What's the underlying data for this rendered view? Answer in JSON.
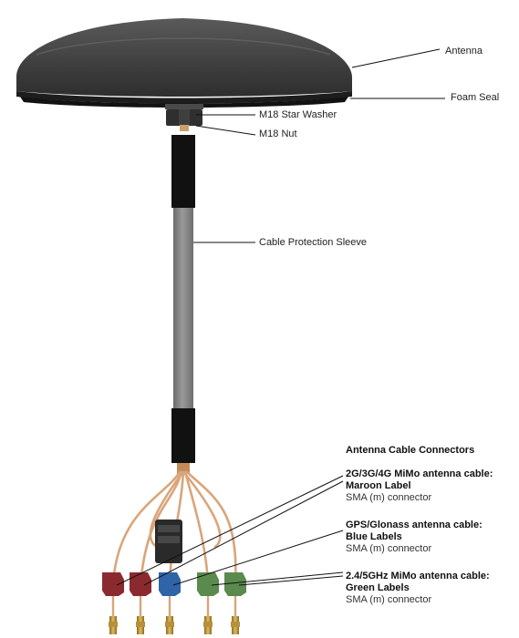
{
  "callouts": {
    "antenna": "Antenna",
    "foam_seal": "Foam Seal",
    "star_washer": "M18 Star Washer",
    "nut": "M18 Nut",
    "sleeve": "Cable Protection Sleeve"
  },
  "connectors": {
    "heading": "Antenna Cable Connectors",
    "groups": [
      {
        "line1": "2G/3G/4G MiMo antenna cable:",
        "line2": "Maroon Label",
        "line3": "SMA (m) connector",
        "color": "#8b2a2e"
      },
      {
        "line1": "GPS/Glonass antenna cable:",
        "line2": "Blue Labels",
        "line3": "SMA (m) connector",
        "color": "#2f64a8"
      },
      {
        "line1": "2.4/5GHz MiMo antenna cable:",
        "line2": "Green Labels",
        "line3": "SMA (m) connector",
        "color": "#5a8a4e"
      }
    ]
  },
  "colors": {
    "antenna_body": "#3b3b3b",
    "sleeve_grey": "#8a8a8a",
    "heatshrink": "#111111",
    "copper_cable": "#d9a57a",
    "brass": "#b8903a"
  }
}
